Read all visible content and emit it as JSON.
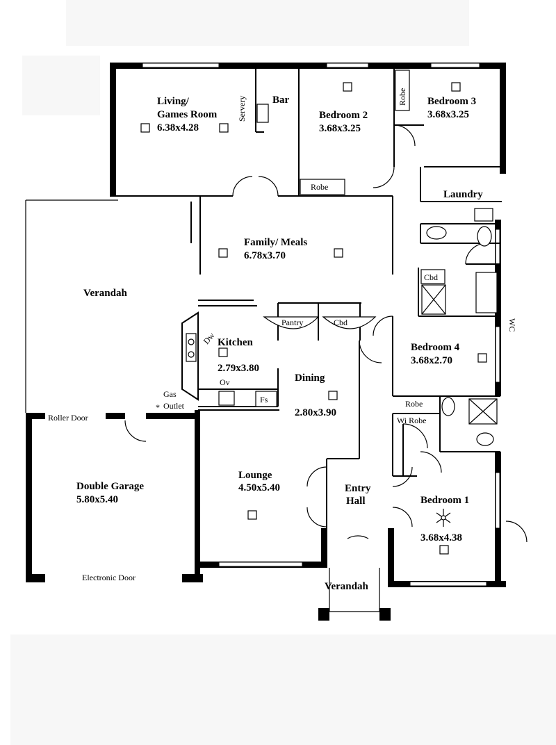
{
  "rooms": {
    "living": {
      "name_line1": "Living/",
      "name_line2": "Games Room",
      "size": "6.38x4.28"
    },
    "bar": {
      "name": "Bar",
      "servery": "Servery"
    },
    "bedroom2": {
      "name": "Bedroom 2",
      "size": "3.68x3.25"
    },
    "bedroom3": {
      "name": "Bedroom 3",
      "size": "3.68x3.25"
    },
    "laundry": {
      "name": "Laundry"
    },
    "family": {
      "name": "Family/ Meals",
      "size": "6.78x3.70"
    },
    "verandah_side": {
      "name": "Verandah"
    },
    "kitchen": {
      "name": "Kitchen",
      "size": "2.79x3.80"
    },
    "dining": {
      "name": "Dining",
      "size": "2.80x3.90"
    },
    "bedroom4": {
      "name": "Bedroom 4",
      "size": "3.68x2.70"
    },
    "garage": {
      "name": "Double Garage",
      "size": "5.80x5.40"
    },
    "lounge": {
      "name": "Lounge",
      "size": "4.50x5.40"
    },
    "entry": {
      "name_line1": "Entry",
      "name_line2": "Hall"
    },
    "bedroom1": {
      "name": "Bedroom 1",
      "size": "3.68x4.38"
    },
    "verandah_front": {
      "name": "Verandah"
    }
  },
  "labels": {
    "robe_bed3": "Robe",
    "robe_bed2": "Robe",
    "robe_bed1": "Robe",
    "wi_robe": "Wi Robe",
    "pantry": "Pantry",
    "cbd_pantry": "Cbd",
    "cbd_bath": "Cbd",
    "dw": "Dw",
    "ov": "Ov",
    "fs": "Fs",
    "gas_line1": "Gas",
    "gas_line2": "Outlet",
    "roller_door": "Roller Door",
    "electronic_door": "Electronic Door",
    "wc": "WC"
  }
}
